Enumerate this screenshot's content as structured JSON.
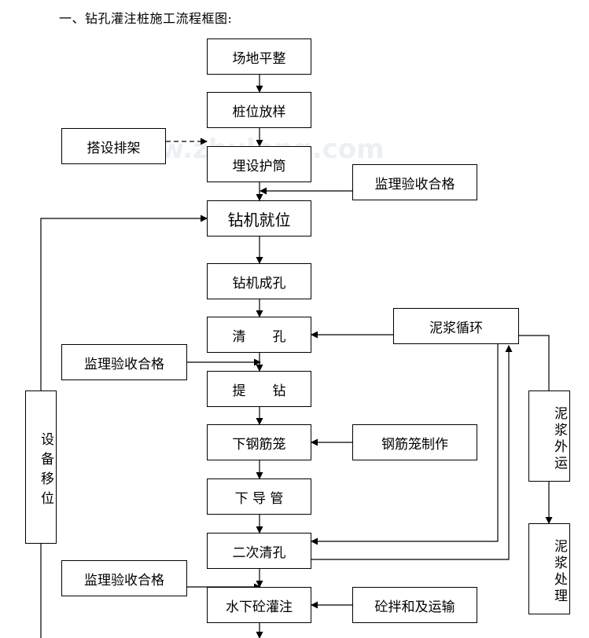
{
  "title": "一、钻孔灌注桩施工流程框图:",
  "boxes": {
    "site_leveling": "场地平整",
    "pile_layout": "桩位放样",
    "erect_scaffold": "搭设排架",
    "bury_casing": "埋设护筒",
    "supervisor_accept_1": "监理验收合格",
    "rig_positioning": "钻机就位",
    "drill_hole": "钻机成孔",
    "clean_hole": "清　　孔",
    "mud_circulation": "泥浆循环",
    "supervisor_accept_2": "监理验收合格",
    "lift_drill": "提　　钻",
    "lower_cage": "下钢筋笼",
    "cage_fabrication": "钢筋笼制作",
    "lower_pipe": "下 导 管",
    "second_clean": "二次清孔",
    "supervisor_accept_3": "监理验收合格",
    "underwater_pour": "水下砼灌注",
    "concrete_mix": "砼拌和及运输",
    "equipment_move": "设备移位",
    "mud_transport": "泥浆外运",
    "mud_treatment": "泥浆处理"
  },
  "colors": {
    "line": "#000000",
    "background": "#ffffff"
  }
}
